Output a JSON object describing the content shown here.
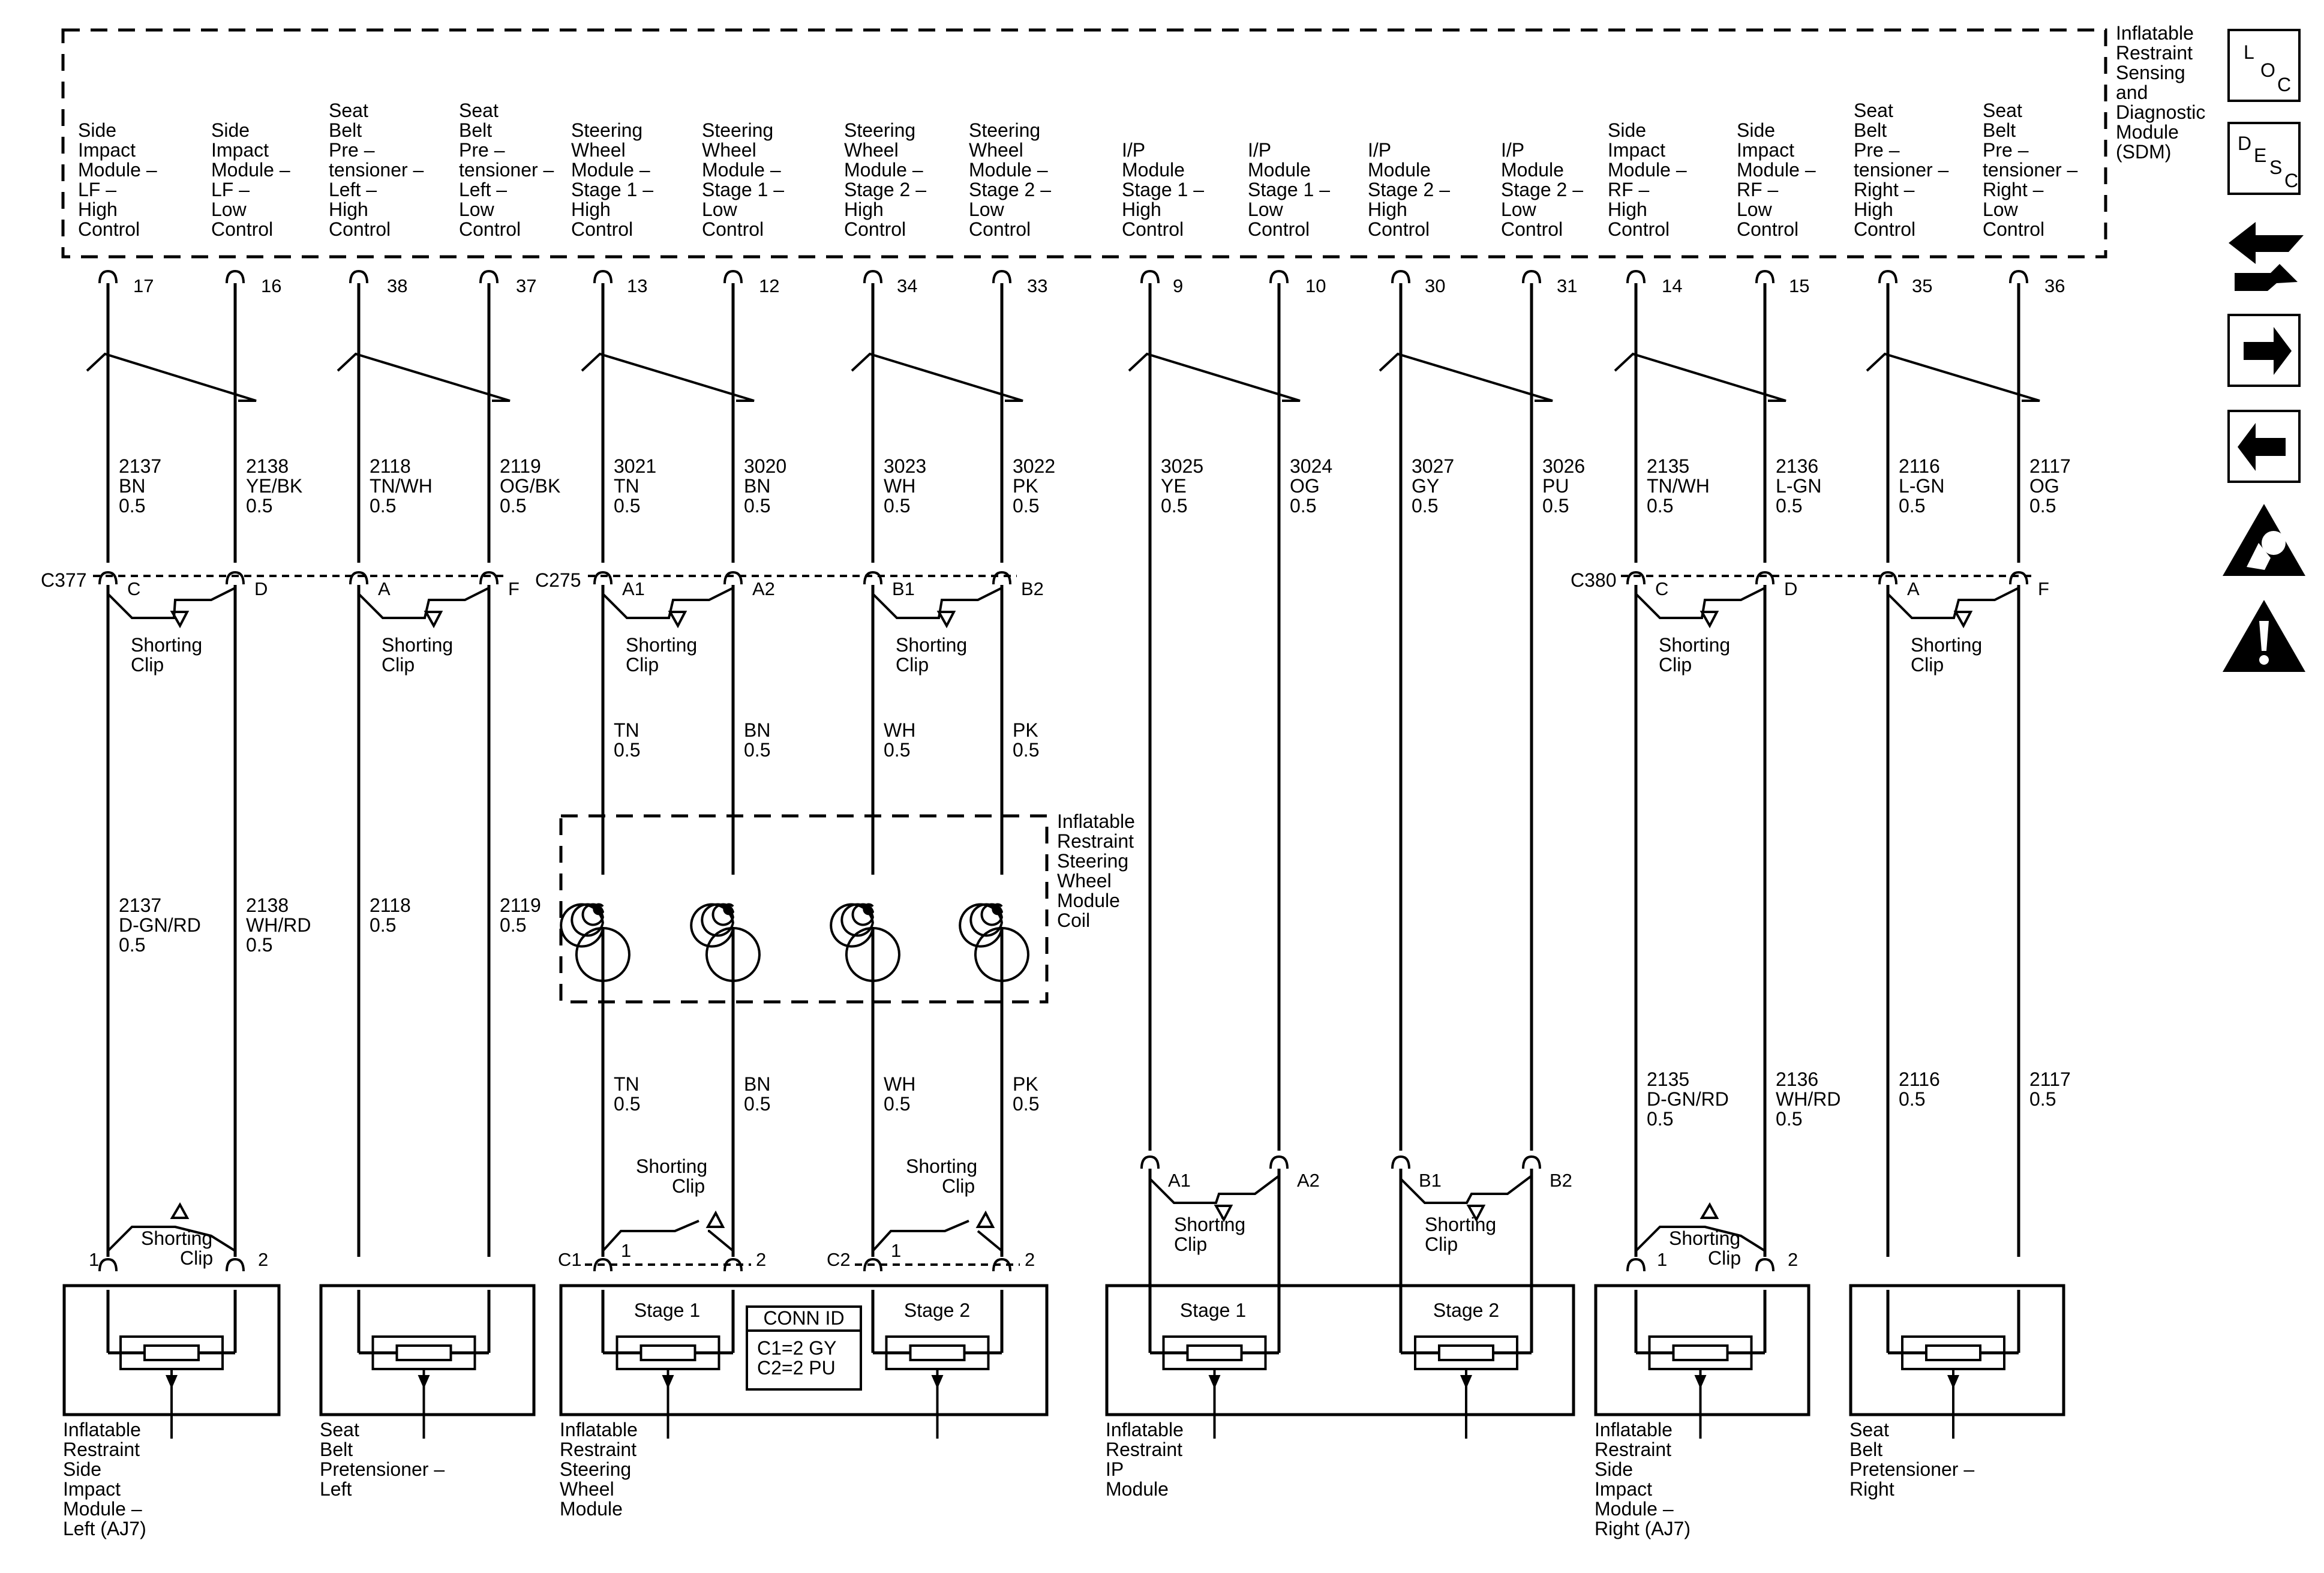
{
  "sdm": {
    "title": [
      "Inflatable",
      "Restraint",
      "Sensing",
      "and",
      "Diagnostic",
      "Module",
      "(SDM)"
    ],
    "terminals": [
      {
        "desc": [
          "Side",
          "Impact",
          "Module –",
          "LF –",
          "High",
          "Control"
        ],
        "pin": "17"
      },
      {
        "desc": [
          "Side",
          "Impact",
          "Module –",
          "LF –",
          "Low",
          "Control"
        ],
        "pin": "16"
      },
      {
        "desc": [
          "Seat",
          "Belt",
          "Pre –",
          "tensioner –",
          "Left –",
          "High",
          "Control"
        ],
        "pin": "38"
      },
      {
        "desc": [
          "Seat",
          "Belt",
          "Pre –",
          "tensioner –",
          "Left –",
          "Low",
          "Control"
        ],
        "pin": "37"
      },
      {
        "desc": [
          "Steering",
          "Wheel",
          "Module –",
          "Stage 1 –",
          "High",
          "Control"
        ],
        "pin": "13"
      },
      {
        "desc": [
          "Steering",
          "Wheel",
          "Module –",
          "Stage 1 –",
          "Low",
          "Control"
        ],
        "pin": "12"
      },
      {
        "desc": [
          "Steering",
          "Wheel",
          "Module –",
          "Stage 2 –",
          "High",
          "Control"
        ],
        "pin": "34"
      },
      {
        "desc": [
          "Steering",
          "Wheel",
          "Module –",
          "Stage 2 –",
          "Low",
          "Control"
        ],
        "pin": "33"
      },
      {
        "desc": [
          "I/P",
          "Module",
          "Stage 1 –",
          "High",
          "Control"
        ],
        "pin": "9"
      },
      {
        "desc": [
          "I/P",
          "Module",
          "Stage 1 –",
          "Low",
          "Control"
        ],
        "pin": "10"
      },
      {
        "desc": [
          "I/P",
          "Module",
          "Stage 2 –",
          "High",
          "Control"
        ],
        "pin": "30"
      },
      {
        "desc": [
          "I/P",
          "Module",
          "Stage 2 –",
          "Low",
          "Control"
        ],
        "pin": "31"
      },
      {
        "desc": [
          "Side",
          "Impact",
          "Module –",
          "RF –",
          "High",
          "Control"
        ],
        "pin": "14"
      },
      {
        "desc": [
          "Side",
          "Impact",
          "Module –",
          "RF –",
          "Low",
          "Control"
        ],
        "pin": "15"
      },
      {
        "desc": [
          "Seat",
          "Belt",
          "Pre –",
          "tensioner –",
          "Right –",
          "High",
          "Control"
        ],
        "pin": "35"
      },
      {
        "desc": [
          "Seat",
          "Belt",
          "Pre –",
          "tensioner –",
          "Right –",
          "Low",
          "Control"
        ],
        "pin": "36"
      }
    ]
  },
  "upper_wires": [
    [
      "2137",
      "BN",
      "0.5"
    ],
    [
      "2138",
      "YE/BK",
      "0.5"
    ],
    [
      "2118",
      "TN/WH",
      "0.5"
    ],
    [
      "2119",
      "OG/BK",
      "0.5"
    ],
    [
      "3021",
      "TN",
      "0.5"
    ],
    [
      "3020",
      "BN",
      "0.5"
    ],
    [
      "3023",
      "WH",
      "0.5"
    ],
    [
      "3022",
      "PK",
      "0.5"
    ],
    [
      "3025",
      "YE",
      "0.5"
    ],
    [
      "3024",
      "OG",
      "0.5"
    ],
    [
      "3027",
      "GY",
      "0.5"
    ],
    [
      "3026",
      "PU",
      "0.5"
    ],
    [
      "2135",
      "TN/WH",
      "0.5"
    ],
    [
      "2136",
      "L-GN",
      "0.5"
    ],
    [
      "2116",
      "L-GN",
      "0.5"
    ],
    [
      "2117",
      "OG",
      "0.5"
    ]
  ],
  "connectors": {
    "c377": {
      "name": "C377",
      "pins": [
        "C",
        "D",
        "A",
        "F"
      ]
    },
    "c275": {
      "name": "C275",
      "pins": [
        "A1",
        "A2",
        "B1",
        "B2"
      ]
    },
    "c380": {
      "name": "C380",
      "pins": [
        "C",
        "D",
        "A",
        "F"
      ]
    }
  },
  "shorting_clip": [
    "Shorting",
    "Clip"
  ],
  "coil_top_wires": [
    [
      "TN",
      "0.5"
    ],
    [
      "BN",
      "0.5"
    ],
    [
      "WH",
      "0.5"
    ],
    [
      "PK",
      "0.5"
    ]
  ],
  "coil_bottom_wires": [
    [
      "TN",
      "0.5"
    ],
    [
      "BN",
      "0.5"
    ],
    [
      "WH",
      "0.5"
    ],
    [
      "PK",
      "0.5"
    ]
  ],
  "coil_title": [
    "Inflatable",
    "Restraint",
    "Steering",
    "Wheel",
    "Module",
    "Coil"
  ],
  "left_lower_wires": [
    [
      "2137",
      "D-GN/RD",
      "0.5"
    ],
    [
      "2138",
      "WH/RD",
      "0.5"
    ],
    [
      "2118",
      "0.5"
    ],
    [
      "2119",
      "0.5"
    ]
  ],
  "right_lower_wires": [
    [
      "2135",
      "D-GN/RD",
      "0.5"
    ],
    [
      "2136",
      "WH/RD",
      "0.5"
    ],
    [
      "2116",
      "0.5"
    ],
    [
      "2117",
      "0.5"
    ]
  ],
  "ip_pins": [
    "A1",
    "A2",
    "B1",
    "B2"
  ],
  "module_pins": {
    "one": "1",
    "two": "2",
    "c1": "C1",
    "c2": "C2"
  },
  "stages": {
    "stage1": "Stage 1",
    "stage2": "Stage 2"
  },
  "conn_id": {
    "title": "CONN ID",
    "c1": "C1=2 GY",
    "c2": "C2=2 PU"
  },
  "modules": [
    [
      "Inflatable",
      "Restraint",
      "Side",
      "Impact",
      "Module –",
      "Left (AJ7)"
    ],
    [
      "Seat",
      "Belt",
      "Pretensioner –",
      "Left"
    ],
    [
      "Inflatable",
      "Restraint",
      "Steering",
      "Wheel",
      "Module"
    ],
    [
      "Inflatable",
      "Restraint",
      "IP",
      "Module"
    ],
    [
      "Inflatable",
      "Restraint",
      "Side",
      "Impact",
      "Module –",
      "Right (AJ7)"
    ],
    [
      "Seat",
      "Belt",
      "Pretensioner –",
      "Right"
    ]
  ],
  "nav": {
    "loc": [
      "L",
      "O",
      "C"
    ],
    "desc": [
      "D",
      "E",
      "S",
      "C"
    ],
    "icons": [
      "loc-icon",
      "desc-icon",
      "schematic-icon",
      "next-arrow-icon",
      "previous-arrow-icon",
      "airbag-warning-icon",
      "caution-icon"
    ]
  }
}
